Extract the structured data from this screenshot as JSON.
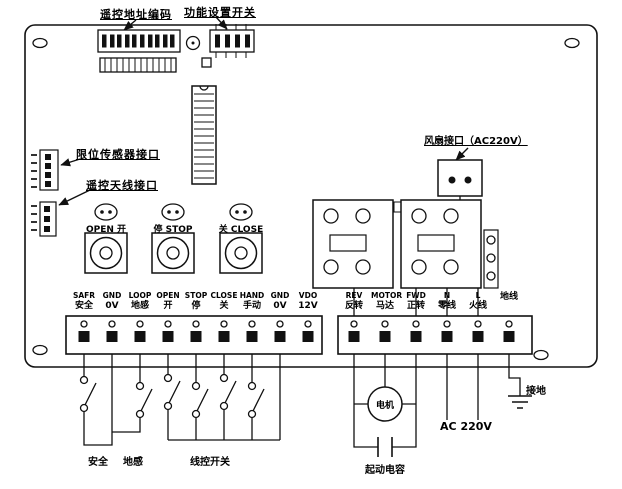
{
  "callouts": {
    "remote_address": "遥控地址编码",
    "function_switch": "功能设置开关",
    "limit_sensor": "限位传感器接口",
    "antenna": "遥控天线接口",
    "fan": "风扇接口（AC220V）"
  },
  "buttons": {
    "open": "OPEN 开",
    "stop": "停 STOP",
    "close": "关 CLOSE"
  },
  "left_terminals": [
    {
      "en": "SAFR",
      "cn": "安全"
    },
    {
      "en": "GND",
      "cn": "0V"
    },
    {
      "en": "LOOP",
      "cn": "地感"
    },
    {
      "en": "OPEN",
      "cn": "开"
    },
    {
      "en": "STOP",
      "cn": "停"
    },
    {
      "en": "CLOSE",
      "cn": "关"
    },
    {
      "en": "HAND",
      "cn": "手动"
    },
    {
      "en": "GND",
      "cn": "0V"
    },
    {
      "en": "VDO",
      "cn": "12V"
    }
  ],
  "right_terminals": [
    {
      "en": "REV",
      "cn": "反转"
    },
    {
      "en": "MOTOR",
      "cn": "马达"
    },
    {
      "en": "FWD",
      "cn": "正转"
    },
    {
      "en": "N",
      "cn": "零线"
    },
    {
      "en": "L",
      "cn": "火线"
    },
    {
      "en": "",
      "cn": "地线"
    }
  ],
  "annotations": {
    "safety": "安全",
    "loop": "地感",
    "wired_switch": "线控开关",
    "motor": "电机",
    "start_capacitor": "起动电容",
    "ac": "AC 220V",
    "ground": "接地"
  },
  "colors": {
    "line": "#111111",
    "background": "#ffffff"
  }
}
